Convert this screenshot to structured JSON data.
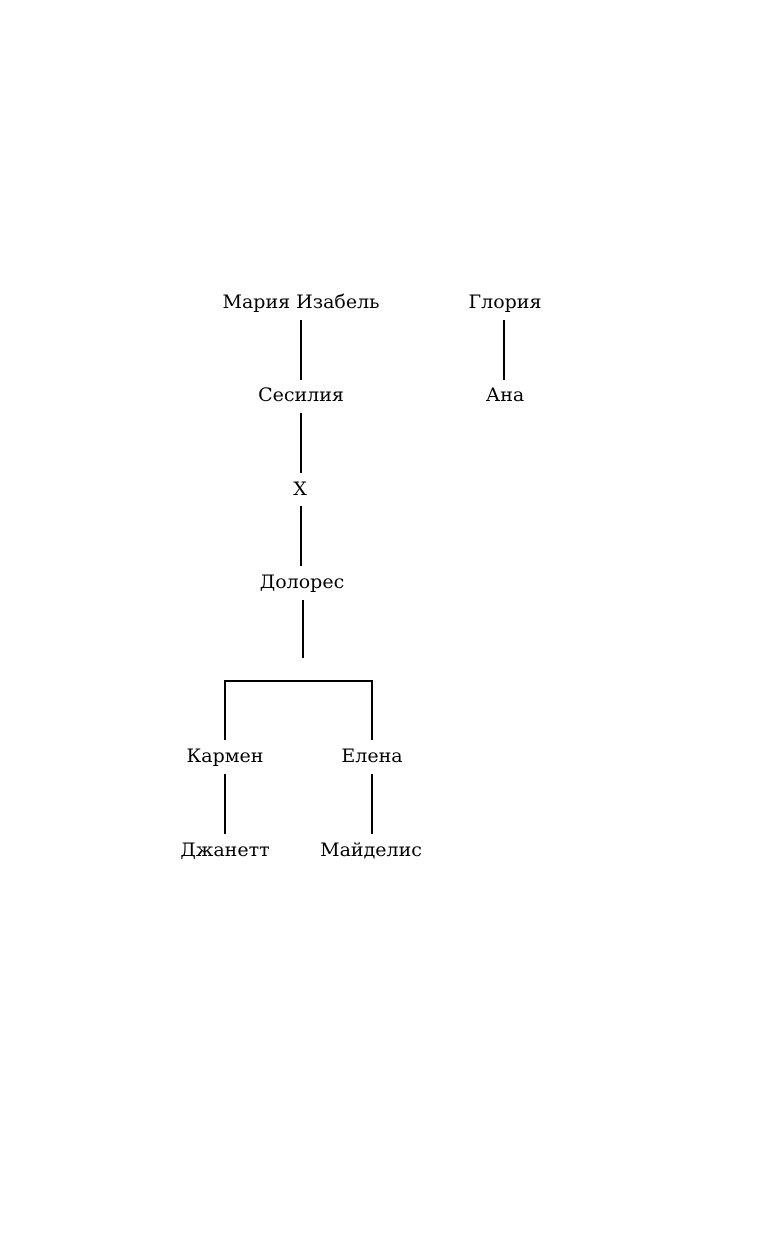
{
  "tree": {
    "nodes": {
      "maria_izabel": "Мария Изабель",
      "gloria": "Глория",
      "sesiliya": "Сесилия",
      "ana": "Ана",
      "x": "Х",
      "dolores": "Долорес",
      "karmen": "Кармен",
      "elena": "Елена",
      "dzhanett": "Джанетт",
      "maydelis": "Майделис"
    }
  }
}
